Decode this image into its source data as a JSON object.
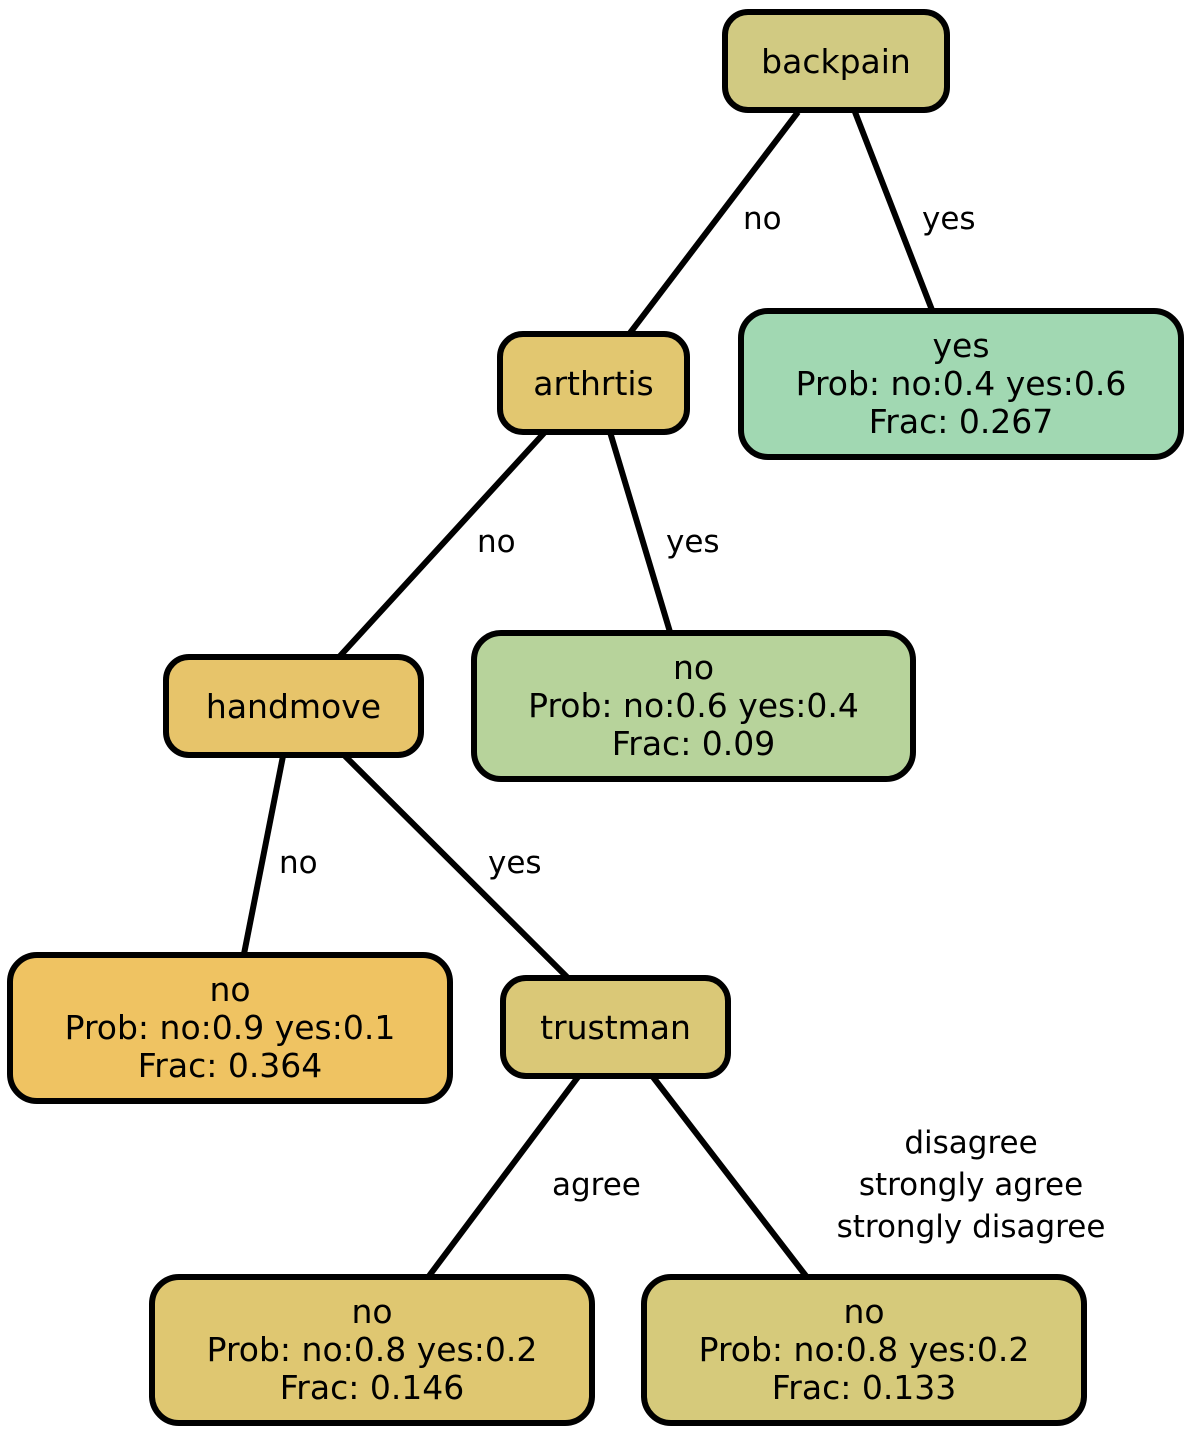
{
  "nodes": {
    "backpain": {
      "label": "backpain",
      "color": "#d1ca82"
    },
    "arthrtis": {
      "label": "arthrtis",
      "color": "#e2c770"
    },
    "handmove": {
      "label": "handmove",
      "color": "#e7c46a"
    },
    "trustman": {
      "label": "trustman",
      "color": "#dac877"
    },
    "leaf_backpain_yes": {
      "class": "yes",
      "prob": "Prob: no:0.4 yes:0.6",
      "frac": "Frac: 0.267",
      "color": "#a1d8b2"
    },
    "leaf_arthrtis_yes": {
      "class": "no",
      "prob": "Prob: no:0.6 yes:0.4",
      "frac": "Frac: 0.09",
      "color": "#b7d39b"
    },
    "leaf_handmove_no": {
      "class": "no",
      "prob": "Prob: no:0.9 yes:0.1",
      "frac": "Frac: 0.364",
      "color": "#efc362"
    },
    "leaf_trustman_agree": {
      "class": "no",
      "prob": "Prob: no:0.8 yes:0.2",
      "frac": "Frac: 0.146",
      "color": "#dfc771"
    },
    "leaf_trustman_other": {
      "class": "no",
      "prob": "Prob: no:0.8 yes:0.2",
      "frac": "Frac: 0.133",
      "color": "#d6ca7b"
    }
  },
  "edges": {
    "backpain_no": "no",
    "backpain_yes": "yes",
    "arthrtis_no": "no",
    "arthrtis_yes": "yes",
    "handmove_no": "no",
    "handmove_yes": "yes",
    "trustman_agree": "agree",
    "trustman_other": [
      "disagree",
      "strongly agree",
      "strongly disagree"
    ]
  }
}
